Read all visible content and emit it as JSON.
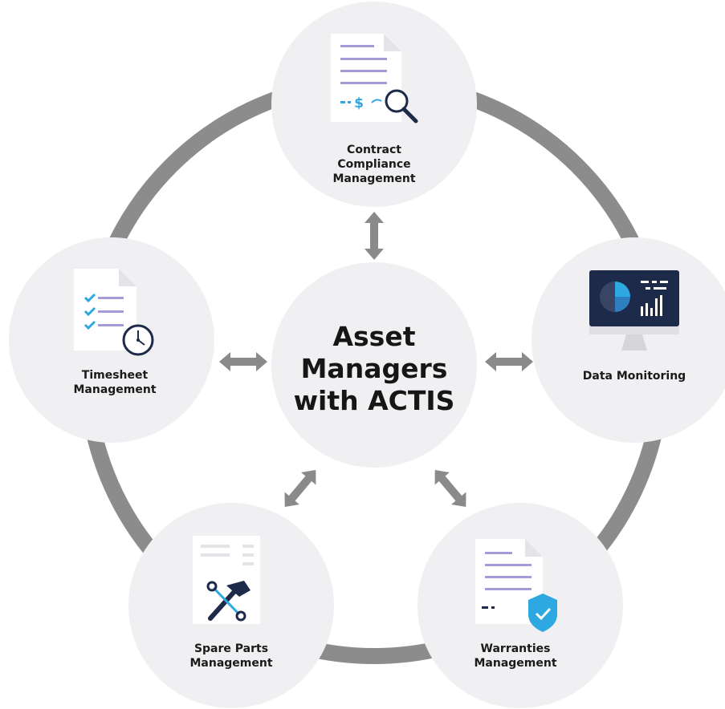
{
  "center": {
    "lines": [
      "Asset",
      "Managers",
      "with ACTIS"
    ]
  },
  "nodes": {
    "contract": {
      "lines": [
        "Contract",
        "Compliance",
        "Management"
      ],
      "icon": "contract-document-search-icon"
    },
    "data_monitoring": {
      "lines": [
        "Data Monitoring"
      ],
      "icon": "monitor-dashboard-icon"
    },
    "warranties": {
      "lines": [
        "Warranties",
        "Management"
      ],
      "icon": "warranty-shield-document-icon"
    },
    "spare_parts": {
      "lines": [
        "Spare Parts",
        "Management"
      ],
      "icon": "tools-document-icon"
    },
    "timesheet": {
      "lines": [
        "Timesheet",
        "Management"
      ],
      "icon": "timesheet-clock-icon"
    }
  },
  "colors": {
    "ring": "#8c8c8c",
    "circle_fill": "#f0f0f2",
    "arrow": "#8a8a8a",
    "icon_lines": "#a79ad8",
    "icon_blue": "#2da8e0",
    "icon_navy": "#1d2a4a"
  }
}
